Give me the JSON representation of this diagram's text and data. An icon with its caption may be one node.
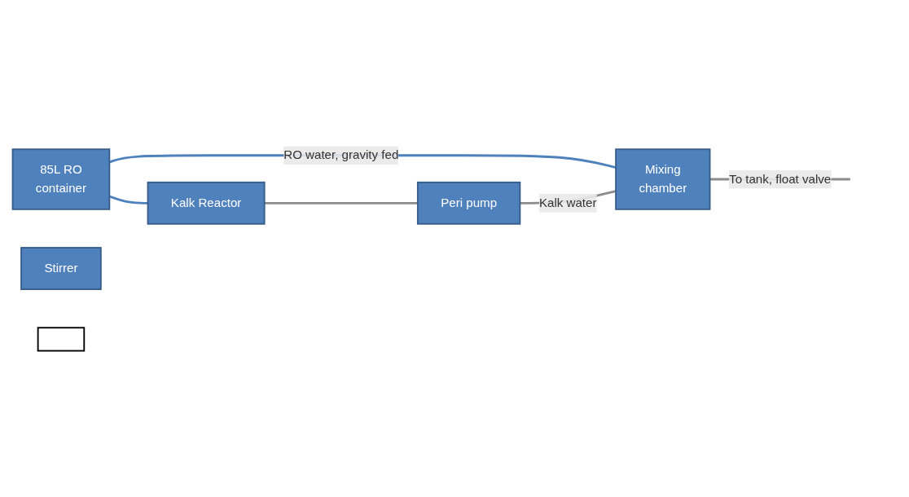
{
  "diagram": {
    "nodes": [
      {
        "text": [
          "85L RO",
          "container"
        ]
      },
      {
        "text": [
          "Kalk Reactor"
        ]
      },
      {
        "text": [
          "Stirrer"
        ]
      },
      {
        "text": [
          "Peri pump"
        ]
      },
      {
        "text": [
          "Mixing",
          "chamber"
        ]
      },
      {
        "text": [],
        "shape": "box"
      }
    ],
    "edges": [
      {
        "from": 0,
        "to": 1,
        "arrow": "none",
        "color": "#4f81bd"
      },
      {
        "from": 0,
        "to": 4,
        "arrow": "none",
        "label": "RO water, gravity fed",
        "color": "#4f81bd"
      },
      {
        "from": 1,
        "to": 3,
        "arrow": "none"
      },
      {
        "from": 3,
        "to": 4,
        "arrow": "none",
        "label": "Kalk water"
      },
      {
        "from": 4,
        "to": null,
        "arrow": "none",
        "label": "To tank, float valve"
      }
    ]
  }
}
